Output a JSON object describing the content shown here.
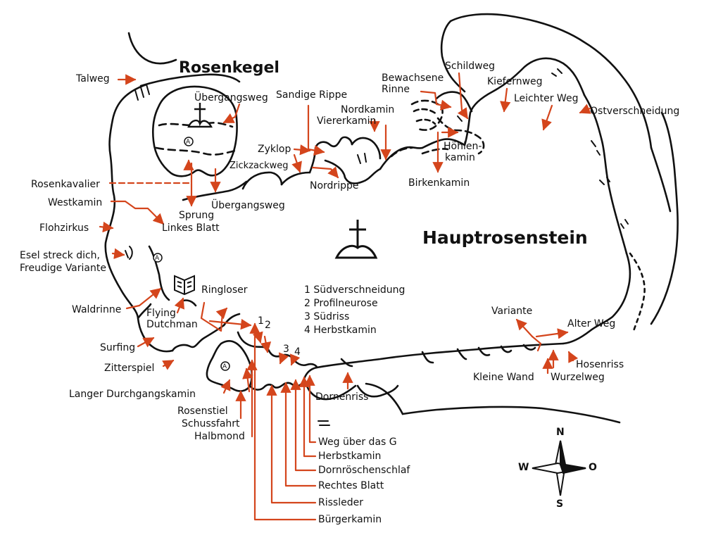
{
  "rocks": {
    "main": "Hauptrosenstein",
    "secondary": "Rosenkegel"
  },
  "routes_north": {
    "talweg": "Talweg",
    "uebergangsweg_top": "Übergangsweg",
    "sandige_rippe": "Sandige Rippe",
    "nordkamin": "Nordkamin",
    "viererkamin": "Viererkamin",
    "bewachsene_rinne_1": "Bewachsene",
    "bewachsene_rinne_2": "Rinne",
    "schildweg": "Schildweg",
    "kiefernweg": "Kiefernweg",
    "leichter_weg": "Leichter Weg",
    "ostverschneidung": "Ostverschneidung",
    "zyklop": "Zyklop",
    "zickzackweg": "Zickzackweg",
    "nordrippe": "Nordrippe",
    "hoehlenkamin_1": "Höhlen-",
    "hoehlenkamin_2": "kamin",
    "birkenkamin": "Birkenkamin",
    "uebergangsweg_bottom": "Übergangsweg"
  },
  "routes_west": {
    "rosenkavalier": "Rosenkavalier",
    "westkamin": "Westkamin",
    "sprung": "Sprung",
    "linkes_blatt": "Linkes Blatt",
    "flohzirkus": "Flohzirkus",
    "esel_1": "Esel streck dich,",
    "esel_2": "Freudige Variante",
    "waldrinne": "Waldrinne",
    "ringloser": "Ringloser",
    "flying": "Flying",
    "dutchman": "Dutchman",
    "surfing": "Surfing",
    "zitterspiel": "Zitterspiel",
    "langer_durchgangskamin": "Langer Durchgangskamin"
  },
  "routes_south": {
    "rosenstiel": "Rosenstiel",
    "schussfahrt": "Schussfahrt",
    "halbmond": "Halbmond",
    "weg_ueber_das_g": "Weg über das G",
    "herbstkamin": "Herbstkamin",
    "dornroeschenschlaf": "Dornröschenschlaf",
    "rechtes_blatt": "Rechtes Blatt",
    "rissleder": "Rissleder",
    "buergerkamin": "Bürgerkamin",
    "dornenriss": "Dornenriss",
    "num1": "1",
    "num2": "2",
    "num3": "3",
    "num4": "4"
  },
  "routes_east": {
    "variante": "Variante",
    "alter_weg": "Alter Weg",
    "kleine_wand": "Kleine Wand",
    "wurzelweg": "Wurzelweg",
    "hosenriss": "Hosenriss"
  },
  "legend": [
    "1 Südverschneidung",
    "2 Profilneurose",
    "3 Südriss",
    "4 Herbstkamin"
  ],
  "symbols": {
    "anchor_mark": "A",
    "summit_icon": "summit-cross-icon",
    "book_icon": "summit-book-icon"
  },
  "compass": {
    "n": "N",
    "s": "S",
    "w": "W",
    "e": "O"
  },
  "colors": {
    "outline": "#111111",
    "arrow": "#d4451c"
  }
}
